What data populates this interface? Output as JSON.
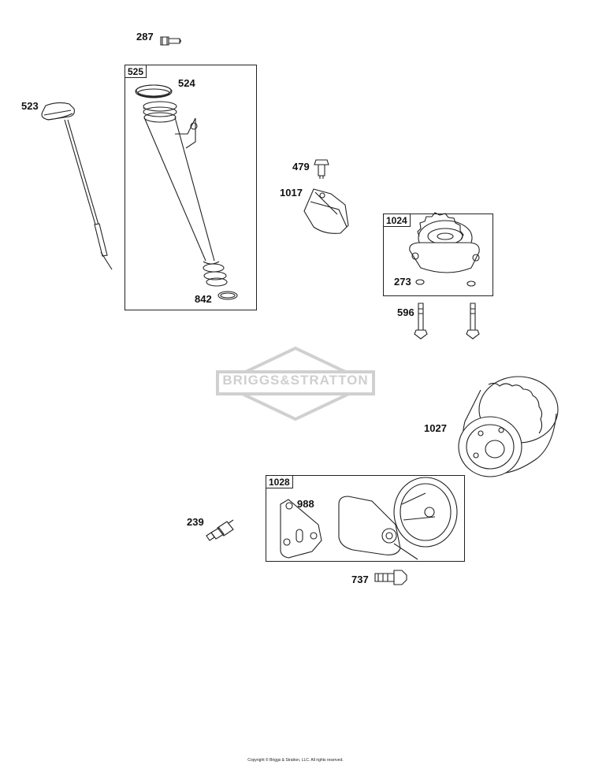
{
  "watermark": "BRIGGS&STRATTON",
  "copyright": "Copyright © Briggs & Stratton, LLC. All rights reserved.",
  "box_labels": {
    "b525": "525",
    "b1024": "1024",
    "b1028": "1028"
  },
  "part_labels": {
    "p287": "287",
    "p524": "524",
    "p523": "523",
    "p842": "842",
    "p479": "479",
    "p1017": "1017",
    "p273": "273",
    "p596": "596",
    "p1027": "1027",
    "p988": "988",
    "p239": "239",
    "p737": "737"
  },
  "colors": {
    "line": "#222222",
    "watermark": "#d0d0d0"
  }
}
